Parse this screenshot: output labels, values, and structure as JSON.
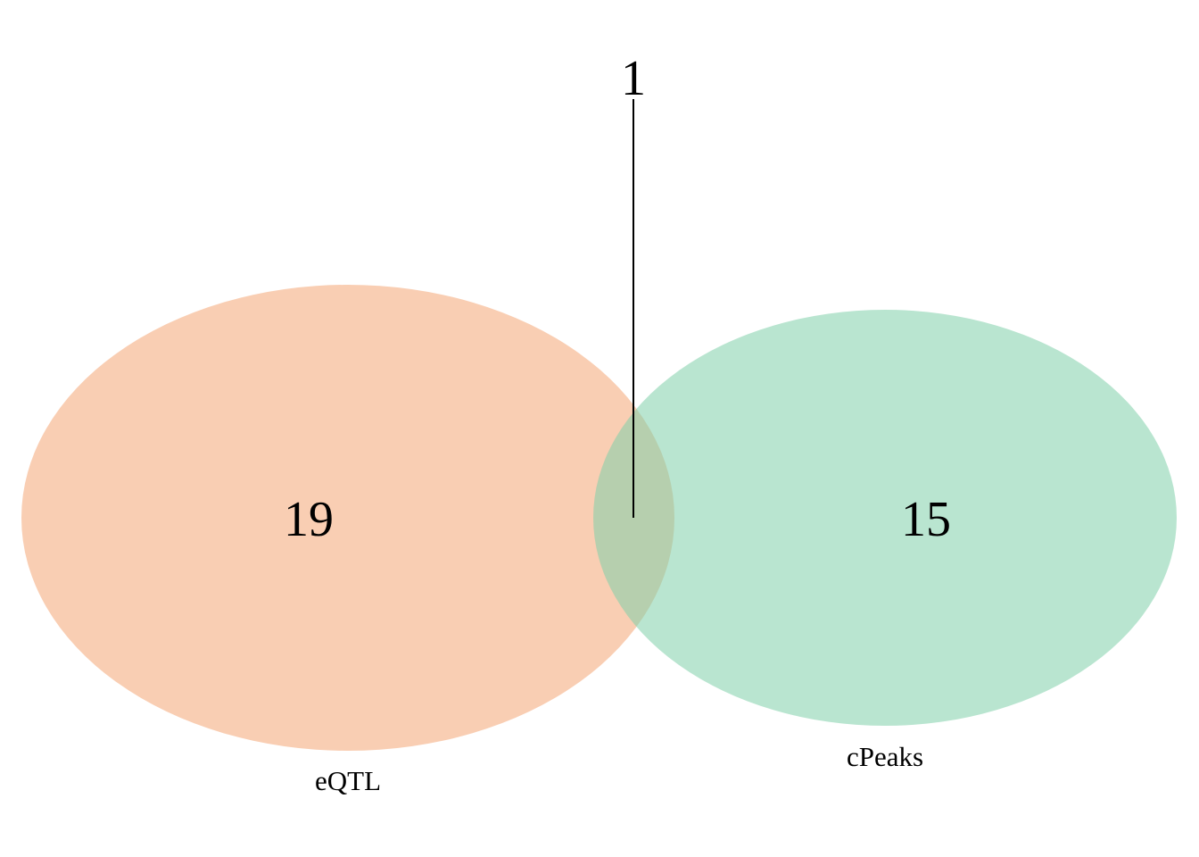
{
  "sets": [
    {
      "id": "eqtl",
      "name": "eQTL",
      "only_count": "19",
      "color": "#f4a575"
    },
    {
      "id": "cpeaks",
      "name": "cPeaks",
      "only_count": "15",
      "color": "#7fcfaa"
    }
  ],
  "intersection": {
    "count": "1"
  },
  "fill_opacity": 0.55
}
